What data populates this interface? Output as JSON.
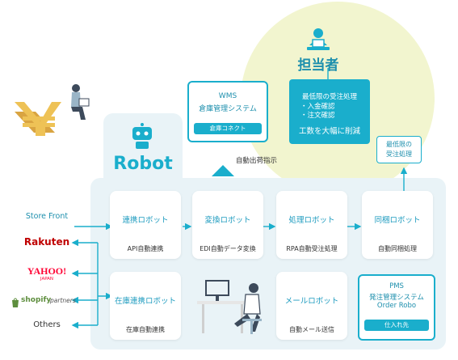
{
  "tanto": {
    "title": "担当者"
  },
  "tanto_box": {
    "line1": "最低限の受注処理",
    "line2": "・入金確認",
    "line3": "・注文確認",
    "line4": "工数を大幅に削減"
  },
  "wms": {
    "line1": "WMS",
    "line2": "倉庫管理システム",
    "button": "倉庫コネクト"
  },
  "callout": {
    "line1": "最低限の",
    "line2": "受注処理"
  },
  "auto_ship": "自動出荷指示",
  "robot": {
    "title": "Robot"
  },
  "left": {
    "store_front": "Store Front",
    "rakuten": "Rakuten",
    "yahoo": "YAHOO!",
    "yahoo_sub": "JAPAN",
    "shopify": "shopify",
    "shopify_suffix": "partners",
    "others": "Others"
  },
  "cards": [
    {
      "title": "連携ロボット",
      "sub": "API自動連携"
    },
    {
      "title": "変換ロボット",
      "sub": "EDI自動データ変換"
    },
    {
      "title": "処理ロボット",
      "sub": "RPA自動受注処理"
    },
    {
      "title": "同梱ロボット",
      "sub": "自動同梱処理"
    },
    {
      "title": "在庫連携ロボット",
      "sub": "在庫自動連携"
    },
    {
      "title": "メールロボット",
      "sub": "自動メール送信"
    }
  ],
  "pms": {
    "line1": "PMS",
    "line2": "発注管理システム",
    "line3": "Order Robo",
    "button": "仕入れ先"
  },
  "colors": {
    "accent": "#1aaecc",
    "panel": "#e9f3f7",
    "circle": "#f2f5cf",
    "rakuten": "#bf0000",
    "yahoo": "#ff0033",
    "shopify": "#5e8e3e"
  }
}
